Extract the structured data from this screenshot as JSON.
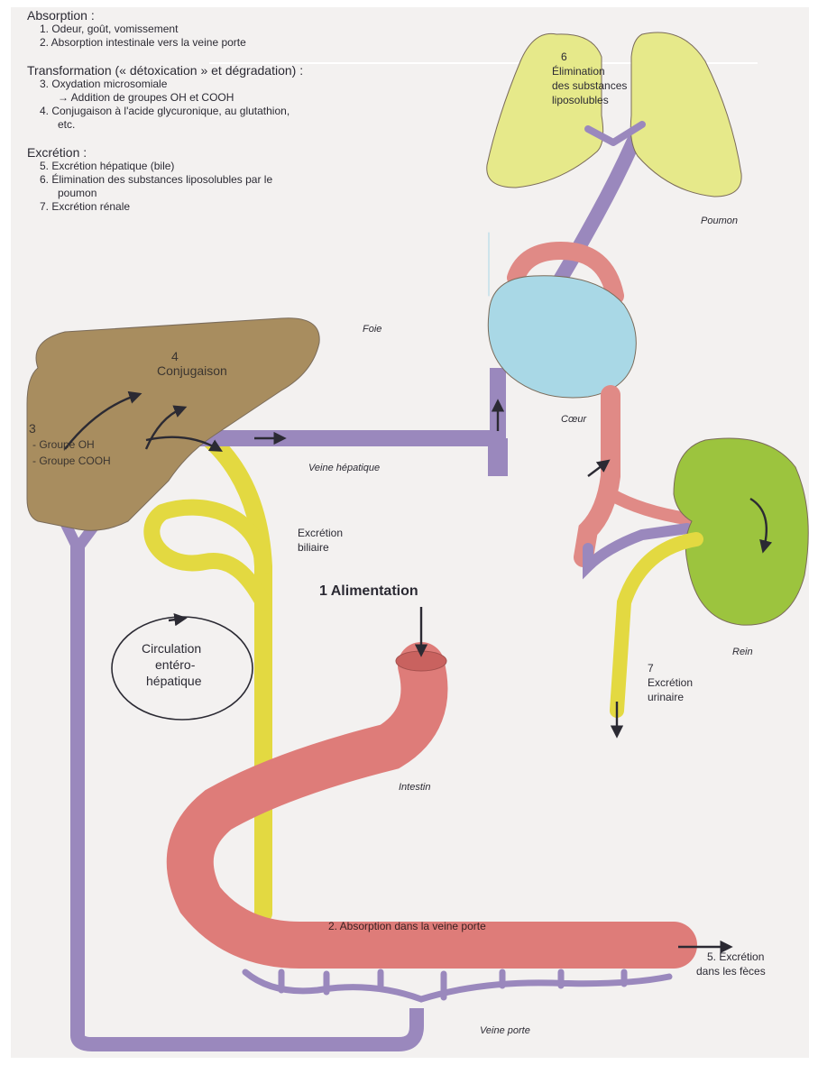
{
  "legend": {
    "absorption": {
      "title": "Absorption :",
      "items": [
        "1. Odeur, goût, vomissement",
        "2. Absorption intestinale vers la veine porte"
      ]
    },
    "transformation": {
      "title": "Transformation (« détoxication » et dégradation) :",
      "item3": "3. Oxydation microsomiale",
      "item3_sub": "→ Addition de groupes OH et COOH",
      "item4": "4. Conjugaison à l'acide glycuronique, au glutathion,",
      "item4_cont": "etc."
    },
    "excretion": {
      "title": "Excrétion :",
      "item5": "5. Excrétion hépatique (bile)",
      "item6": "6. Élimination des substances liposolubles par le",
      "item6_cont": "poumon",
      "item7": "7. Excrétion rénale"
    }
  },
  "labels": {
    "lung_num": "6",
    "lung_text_1": "Élimination",
    "lung_text_2": "des substances",
    "lung_text_3": "liposolubles",
    "poumon": "Poumon",
    "foie": "Foie",
    "liver_num": "4",
    "conjugaison": "Conjugaison",
    "liver_num3": "3",
    "groupe_oh": "- Groupe OH",
    "groupe_cooh": "- Groupe COOH",
    "coeur": "Cœur",
    "veine_hepatique": "Veine hépatique",
    "excretion_biliaire_1": "Excrétion",
    "excretion_biliaire_2": "biliaire",
    "alimentation": "1  Alimentation",
    "circulation_1": "Circulation",
    "circulation_2": "entéro-",
    "circulation_3": "hépatique",
    "rein": "Rein",
    "renal_num": "7",
    "excretion_urinaire_1": "Excrétion",
    "excretion_urinaire_2": "urinaire",
    "intestin": "Intestin",
    "absorption_veine_porte": "2. Absorption dans la veine porte",
    "feces_1": "5. Excrétion",
    "feces_2": "dans les fèces",
    "veine_porte": "Veine porte"
  },
  "colors": {
    "liver": "#a88d5f",
    "lung": "#e6e98a",
    "heart": "#a9d8e6",
    "kidney": "#9cc43e",
    "artery": "#e08a86",
    "vein": "#9a88bd",
    "bile": "#e3d941",
    "intestine": "#de7c79"
  }
}
